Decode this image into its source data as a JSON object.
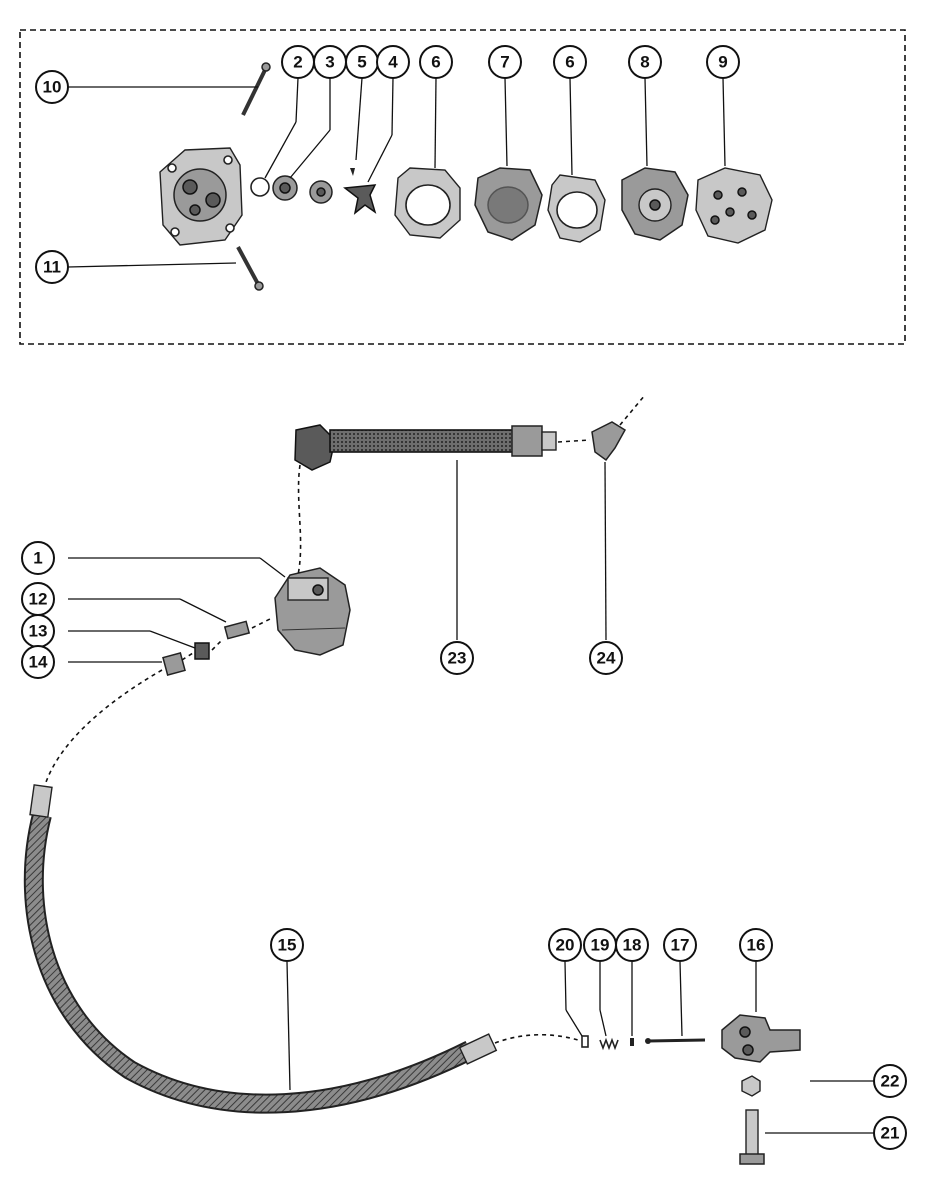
{
  "callouts": [
    {
      "id": "c10",
      "label": "10"
    },
    {
      "id": "c2",
      "label": "2"
    },
    {
      "id": "c3",
      "label": "3"
    },
    {
      "id": "c5",
      "label": "5"
    },
    {
      "id": "c4",
      "label": "4"
    },
    {
      "id": "c6a",
      "label": "6"
    },
    {
      "id": "c7",
      "label": "7"
    },
    {
      "id": "c6b",
      "label": "6"
    },
    {
      "id": "c8",
      "label": "8"
    },
    {
      "id": "c9",
      "label": "9"
    },
    {
      "id": "c11",
      "label": "11"
    },
    {
      "id": "c1",
      "label": "1"
    },
    {
      "id": "c12",
      "label": "12"
    },
    {
      "id": "c13",
      "label": "13"
    },
    {
      "id": "c14",
      "label": "14"
    },
    {
      "id": "c23",
      "label": "23"
    },
    {
      "id": "c24",
      "label": "24"
    },
    {
      "id": "c15",
      "label": "15"
    },
    {
      "id": "c20",
      "label": "20"
    },
    {
      "id": "c19",
      "label": "19"
    },
    {
      "id": "c18",
      "label": "18"
    },
    {
      "id": "c17",
      "label": "17"
    },
    {
      "id": "c16",
      "label": "16"
    },
    {
      "id": "c22",
      "label": "22"
    },
    {
      "id": "c21",
      "label": "21"
    }
  ]
}
